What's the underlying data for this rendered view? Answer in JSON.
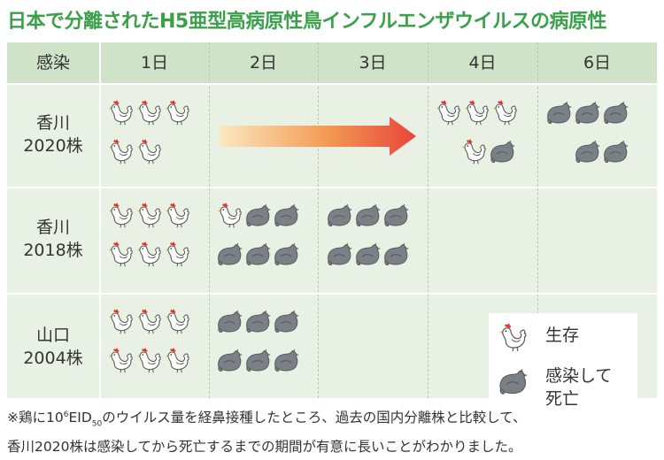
{
  "title": "日本で分離されたH5亜型高病原性鳥インフルエンザウイルスの病原性",
  "table": {
    "corner_label": "感染",
    "days": [
      "1日",
      "2日",
      "3日",
      "4日",
      "6日"
    ],
    "rows": [
      {
        "name_line1": "香川",
        "name_line2": "2020株"
      },
      {
        "name_line1": "香川",
        "name_line2": "2018株"
      },
      {
        "name_line1": "山口",
        "name_line2": "2004株"
      }
    ],
    "arrow_color": "#e8453c"
  },
  "legend": {
    "alive_label": "生存",
    "dead_label_line1": "感染して",
    "dead_label_line2": "死亡"
  },
  "note": {
    "part1": "※鶏に10",
    "sup": "6",
    "part2": "EID",
    "sub": "50",
    "part3": "のウイルス量を経鼻接種したところ、過去の国内分離株と比較して、",
    "line2": "香川2020株は感染してから死亡するまでの期間が有意に長いことがわかりました。"
  },
  "colors": {
    "title": "#3aa04a",
    "header_bg": "#cfe3c8",
    "body_bg": "#e9f1e4",
    "dead_chicken": "#7b7f86",
    "comb": "#e23a2c"
  }
}
